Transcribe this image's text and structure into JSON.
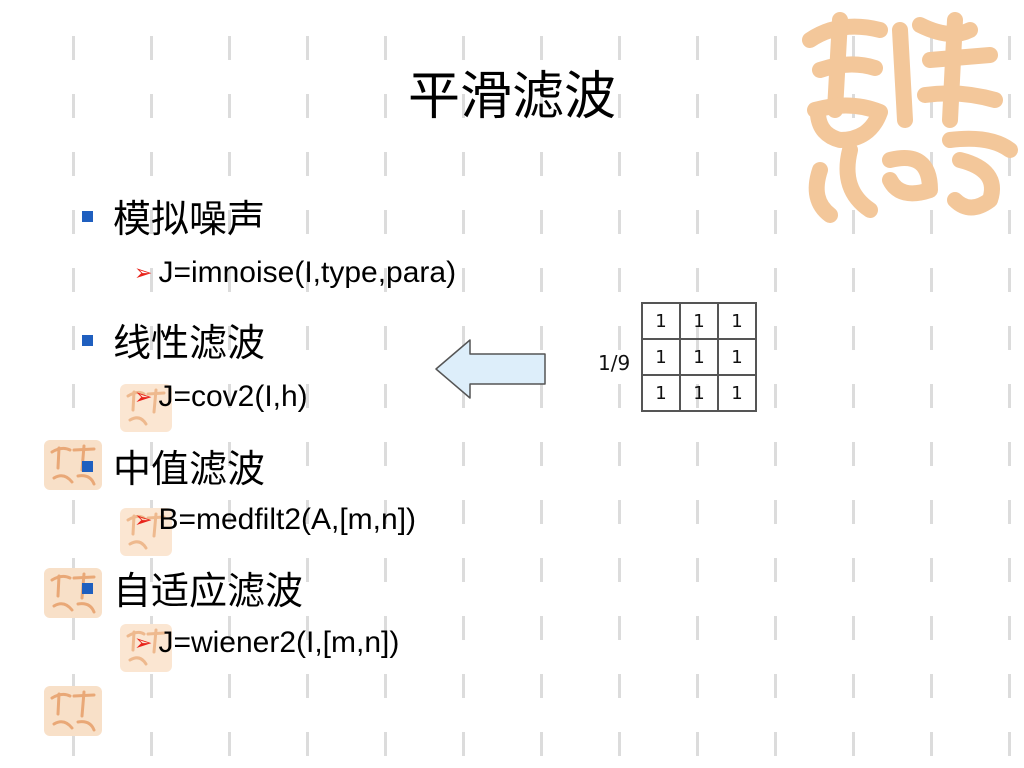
{
  "slide": {
    "title": "平滑滤波",
    "items": [
      {
        "level": 1,
        "text": "模拟噪声"
      },
      {
        "level": 2,
        "text": "J=imnoise(I,type,para)"
      },
      {
        "level": 1,
        "text": "线性滤波"
      },
      {
        "level": 2,
        "text": "J=cov2(I,h)"
      },
      {
        "level": 1,
        "text": "中值滤波"
      },
      {
        "level": 2,
        "text": "B=medfilt2(A,[m,n])"
      },
      {
        "level": 1,
        "text": "自适应滤波"
      },
      {
        "level": 2,
        "text": "J=wiener2(I,[m,n])"
      }
    ]
  },
  "kernel": {
    "label": "1/9",
    "cells": [
      "1",
      "1",
      "1",
      "1",
      "1",
      "1",
      "1",
      "1",
      "1"
    ]
  },
  "decoration": {
    "seal_text": "吉祥如意",
    "seal_color": "#f3c79a",
    "bullet_color": "#1f5fbf",
    "sub_arrow_color": "#e8231b",
    "big_arrow_fill": "#ddeefa"
  }
}
